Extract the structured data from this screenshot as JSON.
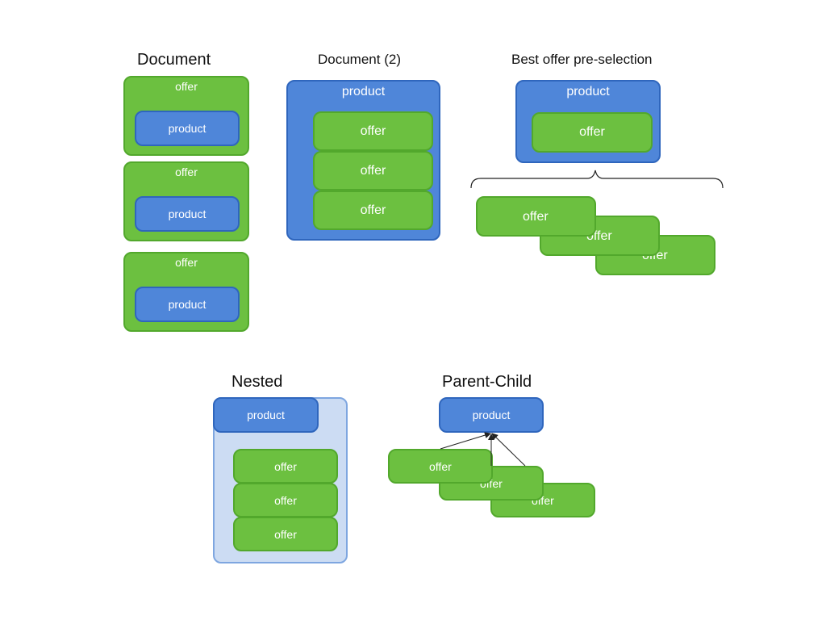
{
  "colors": {
    "green": "#6cc040",
    "green_border": "#52a82c",
    "blue": "#4f86d9",
    "blue_border": "#2f66bd",
    "pale": "#ccdcf3",
    "pale_border": "#7ea6e0"
  },
  "document": {
    "title": "Document",
    "groups": [
      {
        "offer": "offer",
        "product": "product"
      },
      {
        "offer": "offer",
        "product": "product"
      },
      {
        "offer": "offer",
        "product": "product"
      }
    ]
  },
  "document2": {
    "title": "Document (2)",
    "product": "product",
    "offers": [
      "offer",
      "offer",
      "offer"
    ]
  },
  "best_offer": {
    "title": "Best offer pre-selection",
    "product": "product",
    "selected_offer": "offer",
    "offers": [
      "offer",
      "offer",
      "offer"
    ]
  },
  "nested": {
    "title": "Nested",
    "product": "product",
    "offers": [
      "offer",
      "offer",
      "offer"
    ]
  },
  "parent_child": {
    "title": "Parent-Child",
    "product": "product",
    "offers": [
      "offer",
      "offer",
      "offer"
    ]
  }
}
